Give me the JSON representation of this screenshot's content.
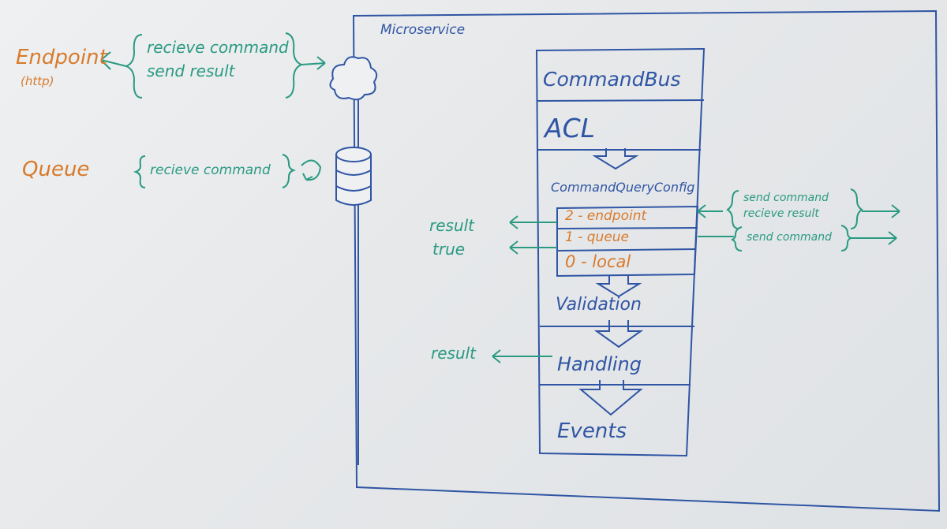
{
  "microservice": {
    "label": "Microservice"
  },
  "left": {
    "endpoint": {
      "label": "Endpoint",
      "sub": "(http)"
    },
    "endpoint_notes": [
      "recieve command",
      "send result"
    ],
    "queue": {
      "label": "Queue"
    },
    "queue_notes": [
      "recieve command"
    ]
  },
  "stack": {
    "command_bus": "CommandBus",
    "acl": "ACL",
    "config": "CommandQueryConfig",
    "options": [
      "2 - endpoint",
      "1 - queue",
      "0 - local"
    ],
    "validation": "Validation",
    "handling": "Handling",
    "events": "Events"
  },
  "side": {
    "left_results": [
      "result",
      "true"
    ],
    "handling_result": "result",
    "right_endpoint_notes": [
      "send command",
      "recieve result"
    ],
    "right_queue_notes": [
      "send command"
    ]
  },
  "colors": {
    "blue": "#2f55a4",
    "teal": "#2a9a82",
    "orange": "#d97a2b"
  }
}
